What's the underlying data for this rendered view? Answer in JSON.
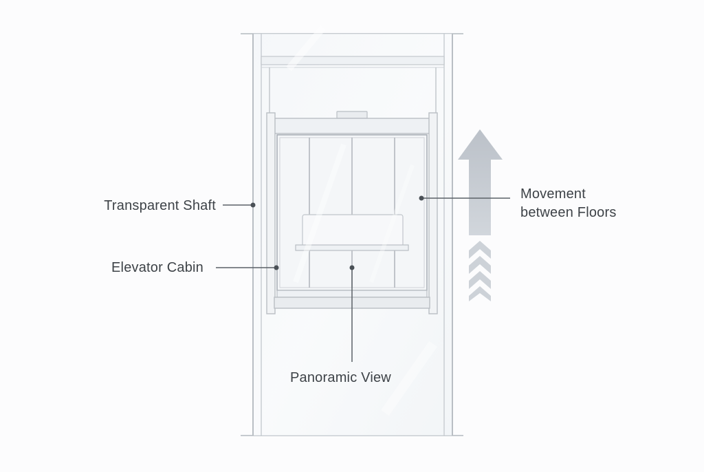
{
  "labels": {
    "transparent_shaft": "Transparent Shaft",
    "elevator_cabin": "Elevator Cabin",
    "movement_line1": "Movement",
    "movement_line2": "between Floors",
    "panoramic_view": "Panoramic View"
  },
  "colors": {
    "frame_stroke": "#b9bec4",
    "glass_fill": "#eef2f5",
    "callout_line": "#5a6066",
    "callout_dot": "#4a5056",
    "arrow_fill": "#c2c8cf",
    "text": "#3d4247"
  },
  "icons": {
    "direction_arrow": "up-arrow-icon",
    "chevrons": "chevron-up-icon"
  }
}
